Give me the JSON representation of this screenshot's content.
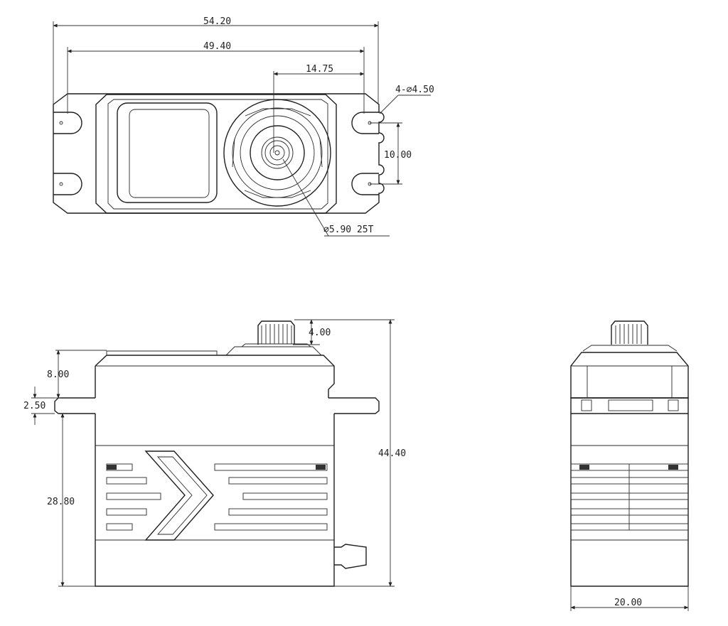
{
  "dimensions": {
    "top_overall_width": "54.20",
    "top_hole_spacing": "49.40",
    "top_output_offset": "14.75",
    "top_hole_spec": "4-⌀4.50",
    "top_hole_vertical": "10.00",
    "top_spline": "⌀5.90  25T",
    "front_spline_height": "4.00",
    "front_upper_height": "8.00",
    "front_flange_thickness": "2.50",
    "front_lower_height": "28.80",
    "front_total_height": "44.40",
    "side_width": "20.00"
  }
}
